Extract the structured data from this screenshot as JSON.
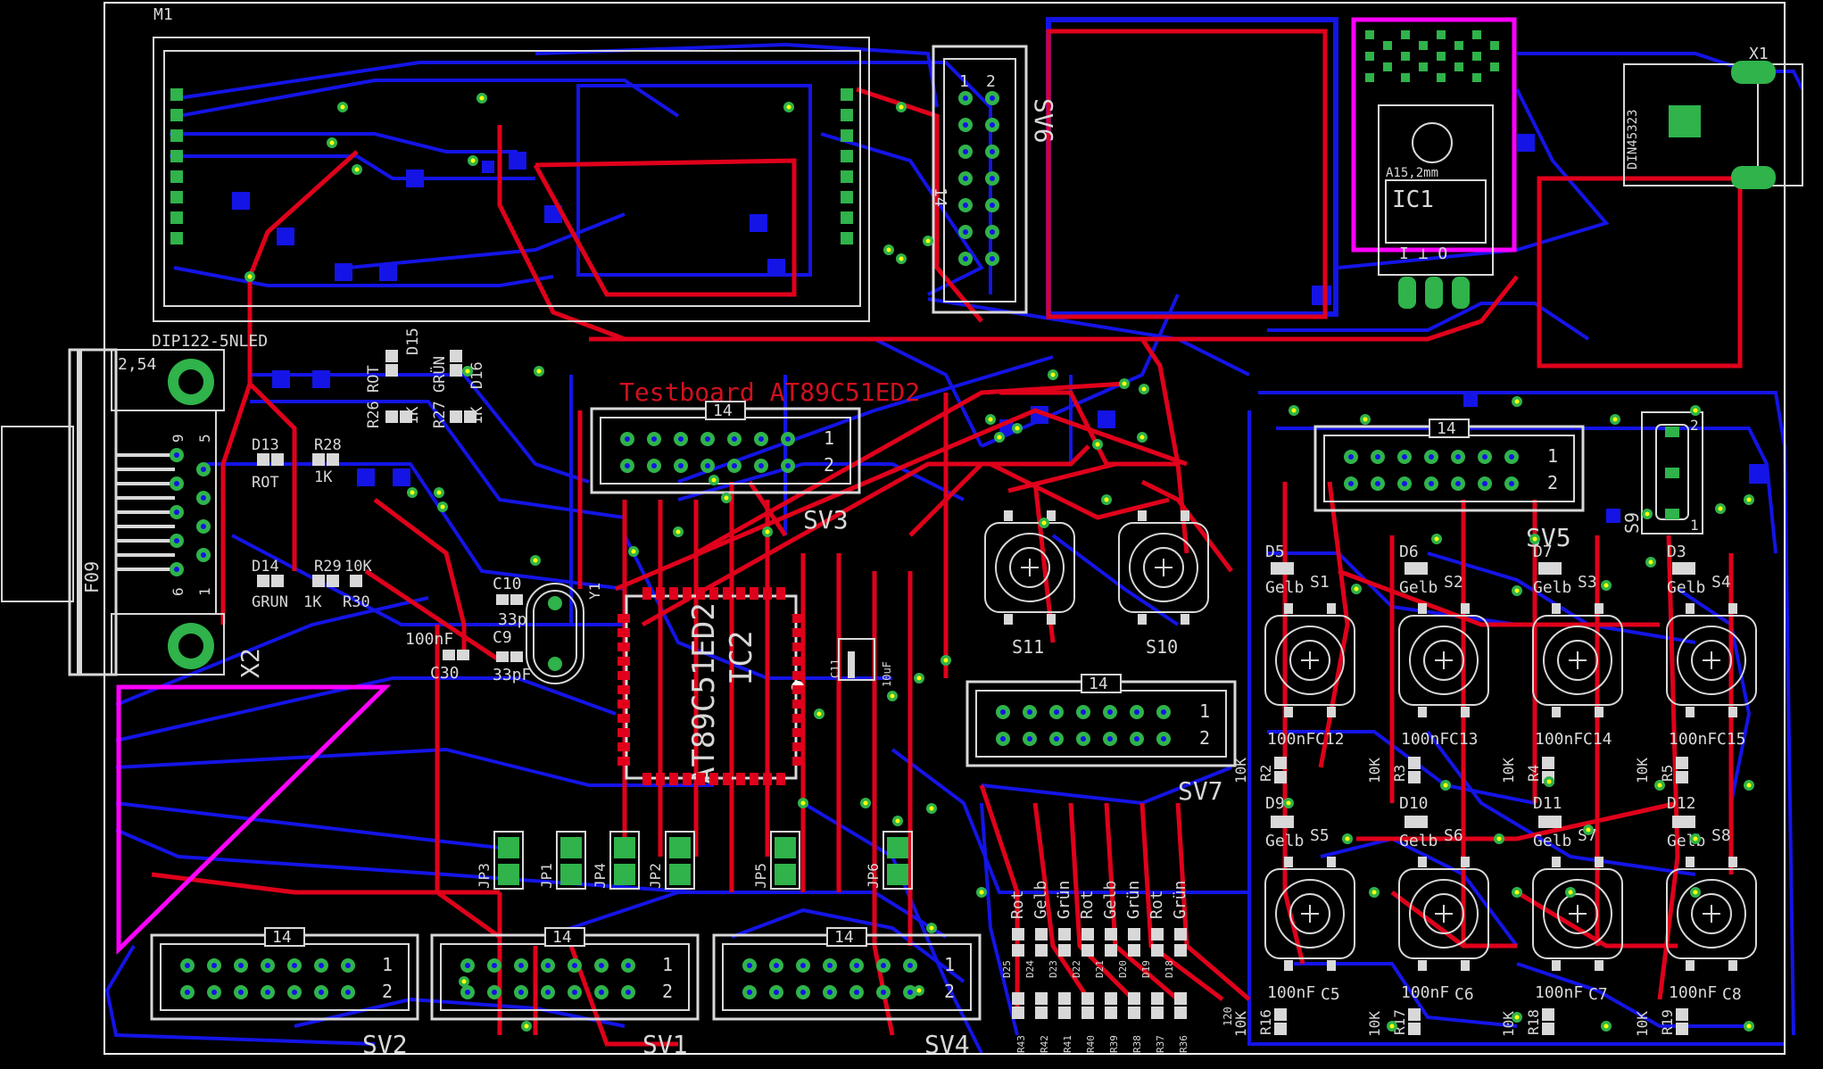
{
  "board": {
    "title": "Testboard AT89C51ED2",
    "colors": {
      "background": "#000000",
      "top": "#e0001b",
      "bottom": "#1414e6",
      "silk": "#d8d8d8",
      "pad": "#2fb34a",
      "outline": "#ff00ff",
      "title": "#d01020"
    }
  },
  "labels": {
    "m1": "M1",
    "dip": "DIP122-5NLED",
    "pitch": "2,54",
    "sv6": "SV6",
    "x1": "X1",
    "din": "DIN45323",
    "ic1": "IC1",
    "ic1_pkg": "A15,2mm",
    "ic1_pins": "I ⊥ O",
    "ic2": "IC2",
    "ic2_part": "AT89C51ED2",
    "y1": "Y1",
    "sv3": "SV3",
    "sv5": "SV5",
    "sv7": "SV7",
    "sv2": "SV2",
    "sv1": "SV1",
    "sv4": "SV4",
    "s9": "S9",
    "s10": "S10",
    "s11": "S11",
    "x2": "X2",
    "f09": "F09",
    "hdr_count": "14",
    "pin1": "1",
    "pin2": "2",
    "pin9": "9",
    "pin5": "5",
    "pin6": "6",
    "d13": "D13",
    "rot": "ROT",
    "r28": "R28",
    "r28v": "1K",
    "d14": "D14",
    "grun": "GRUN",
    "r29": "R29",
    "r29v": "1K",
    "r30": "R30",
    "r30v": "10K",
    "d15": "D15",
    "d16": "D16",
    "r26": "R26",
    "r27": "R27",
    "k1": "1K",
    "rotv": "ROT",
    "grunv": "GRÜN",
    "c10": "C10",
    "c9": "C9",
    "c10v": "33p",
    "c9v": "33pF",
    "c30": "C30",
    "c30v": "100nF",
    "c11": "C11",
    "c11v": "10uF",
    "jp3": "JP3",
    "jp1": "JP1",
    "jp4": "JP4",
    "jp2": "JP2",
    "jp5": "JP5",
    "jp6": "JP6",
    "led_cols": [
      "Rot",
      "Gelb",
      "Grün",
      "Rot",
      "Gelb",
      "Grün",
      "Rot",
      "Grün"
    ],
    "d_small": [
      "D25",
      "D24",
      "D23",
      "D22",
      "D21",
      "D20",
      "D19",
      "D18"
    ],
    "r_small": [
      "R43",
      "R42",
      "R41",
      "R40",
      "R39",
      "R38",
      "R37",
      "R36"
    ],
    "r_120": "120",
    "key_top": [
      "D5",
      "D6",
      "D7",
      "D3"
    ],
    "key_top_s": [
      "S1",
      "S2",
      "S3",
      "S4"
    ],
    "key_mid": [
      "D9",
      "D10",
      "D11",
      "D12"
    ],
    "key_mid_s": [
      "S5",
      "S6",
      "S7",
      "S8"
    ],
    "gelb": "Gelb",
    "cap_top": [
      "C12",
      "C13",
      "C14",
      "C15"
    ],
    "cap_bot": [
      "C5",
      "C6",
      "C7",
      "C8"
    ],
    "cap_v": "100nF",
    "r_top": [
      "R2",
      "R3",
      "R4",
      "R5"
    ],
    "r_bot": [
      "R16",
      "R17",
      "R18",
      "R19"
    ],
    "k10": "10K"
  }
}
